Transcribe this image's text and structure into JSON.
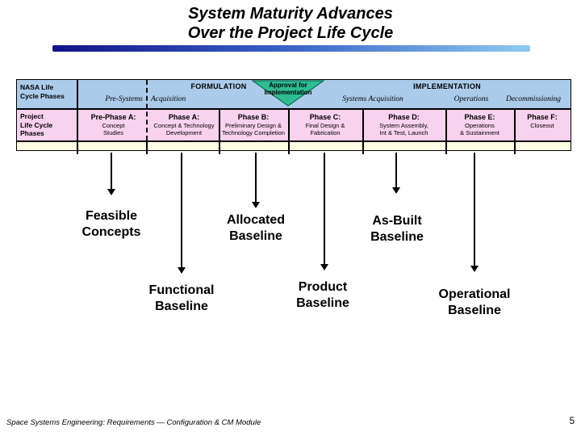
{
  "slide": {
    "title": {
      "line1": "System Maturity Advances",
      "line2": "Over the Project Life Cycle"
    },
    "footer": "Space Systems Engineering: Requirements — Configuration & CM Module",
    "page_number": "5"
  },
  "colors": {
    "blue_row": "#abcbeb",
    "pink_row": "#f8d2ee",
    "strip_row": "#fffde3",
    "triangle_green": "#2ebd92",
    "bar_left": "#12128a",
    "bar_mid": "#3a64c8",
    "bar_right": "#8fcbef"
  },
  "table": {
    "nasa_header": "NASA Life\nCycle Phases",
    "project_header": "Project\nLife Cycle\nPhases",
    "formulation": "FORMULATION",
    "implementation": "IMPLEMENTATION",
    "pre_systems": "Pre-Systems",
    "acquisition": "Acquisition",
    "systems_acquisition": "Systems Acquisition",
    "operations": "Operations",
    "decommissioning": "Decommissioning",
    "approval": "Approval for\nImplementation",
    "phases": [
      {
        "title": "Pre-Phase A:",
        "sub": "Concept\nStudies"
      },
      {
        "title": "Phase A:",
        "sub": "Concept & Technology\nDevelopment"
      },
      {
        "title": "Phase B:",
        "sub": "Preliminary Design &\nTechnology Completion"
      },
      {
        "title": "Phase C:",
        "sub": "Final Design &\nFabrication"
      },
      {
        "title": "Phase D:",
        "sub": "System Assembly,\nInt & Test, Launch"
      },
      {
        "title": "Phase E:",
        "sub": "Operations\n& Sustainment"
      },
      {
        "title": "Phase F:",
        "sub": "Closeout"
      }
    ]
  },
  "baselines": {
    "feasible": "Feasible\nConcepts",
    "allocated": "Allocated\nBaseline",
    "as_built": "As-Built\nBaseline",
    "functional": "Functional\nBaseline",
    "product": "Product\nBaseline",
    "operational": "Operational\nBaseline"
  }
}
